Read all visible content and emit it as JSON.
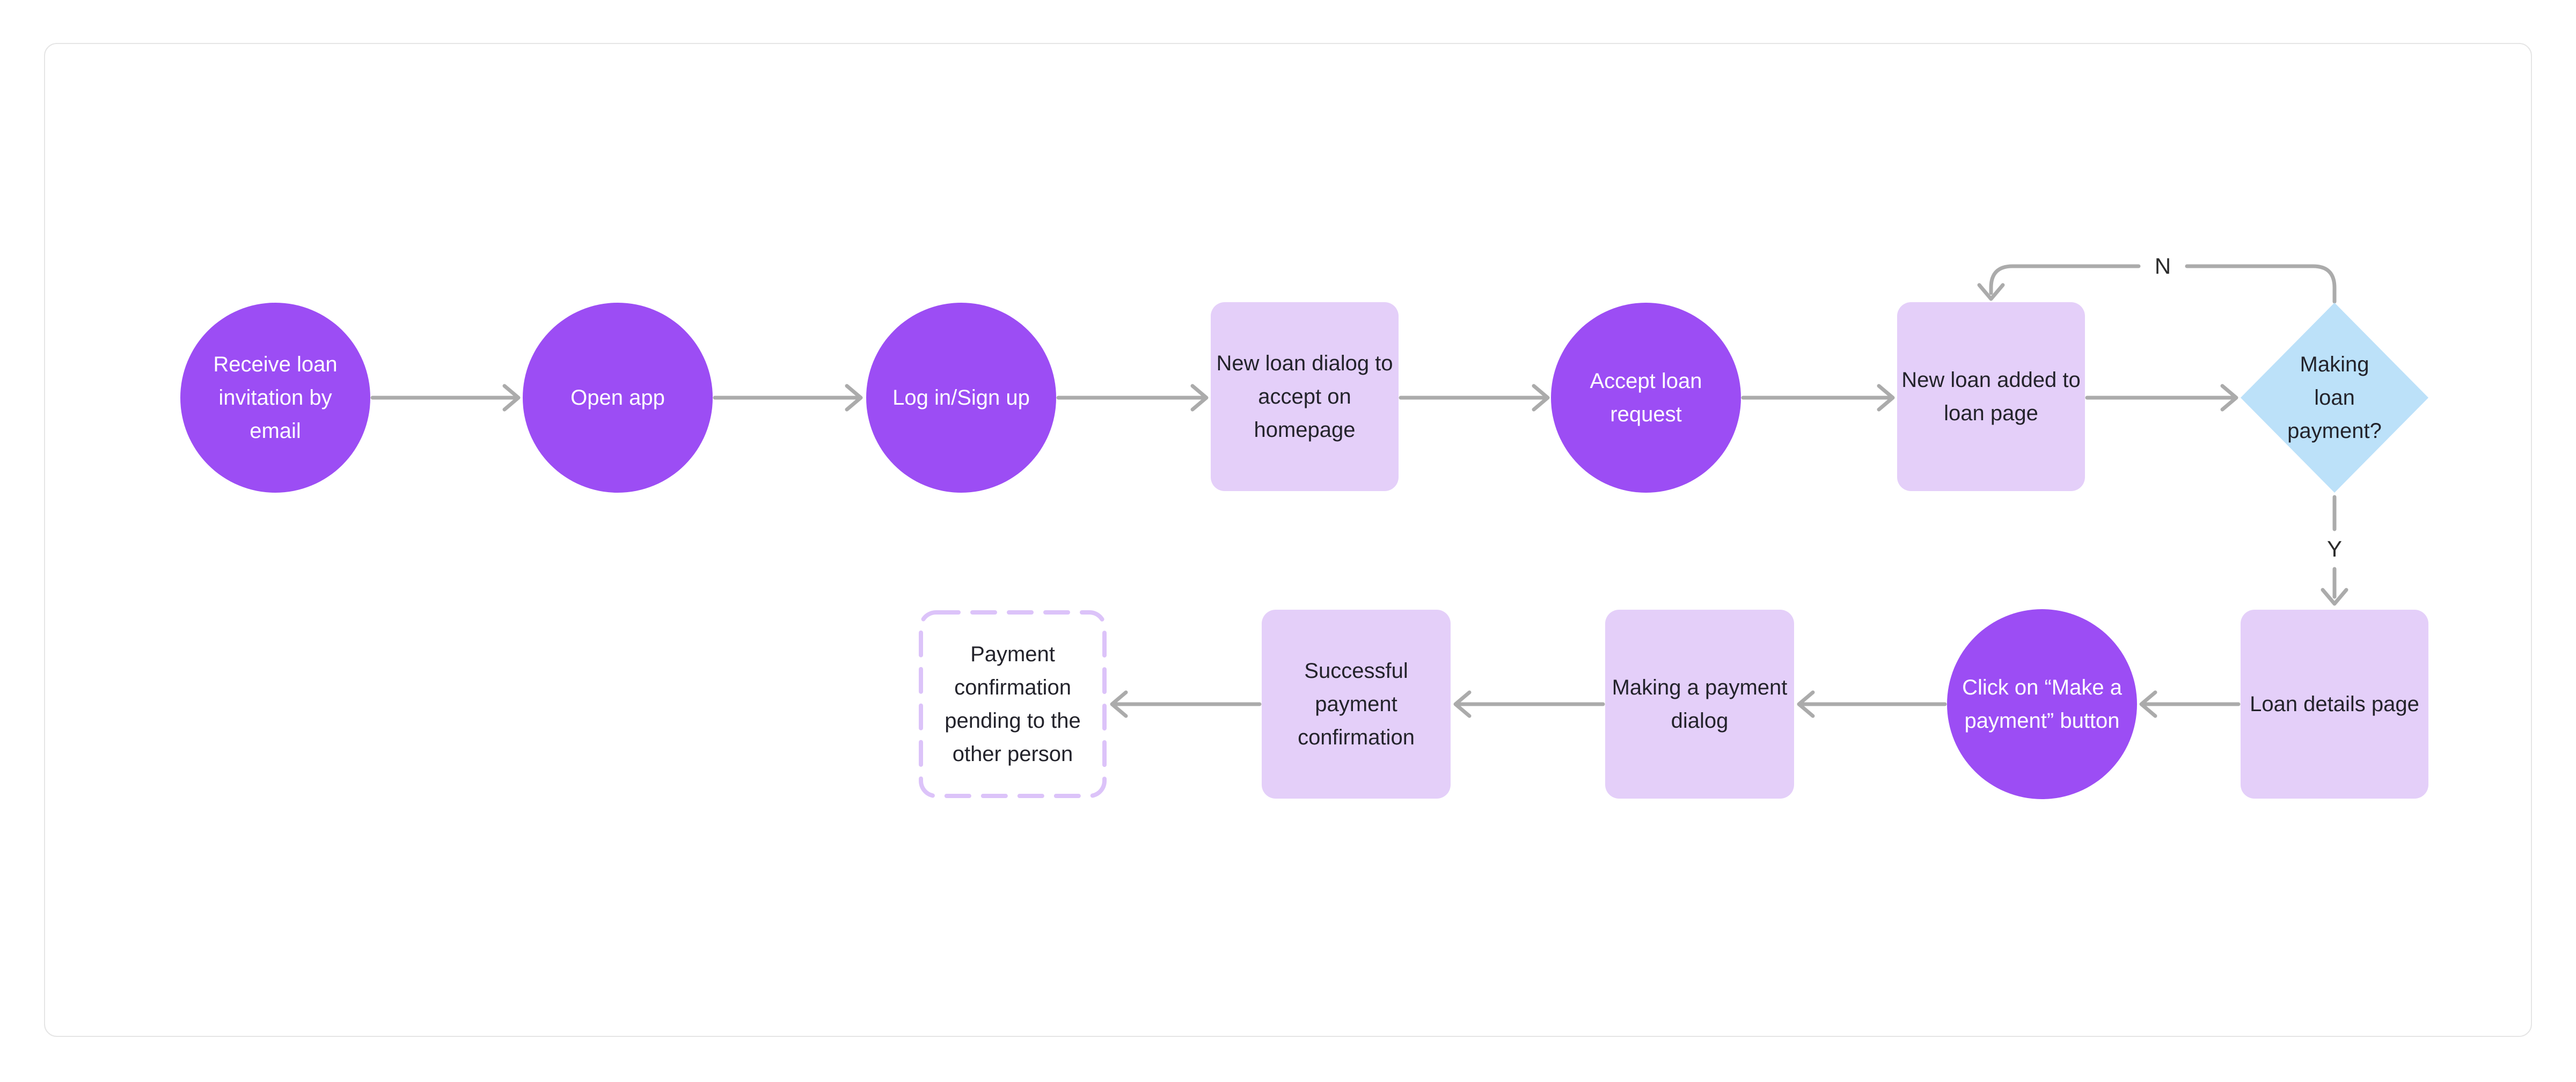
{
  "canvas": {
    "background": "#FFFFFF",
    "card_border_color": "#E5E5E5"
  },
  "palette": {
    "process_purple": "#9C4DF4",
    "screen_lavender": "#E4CFF9",
    "decision_blue": "#BCE1F9",
    "dashed_border_purple": "#DCC3F9",
    "connector_gray": "#ABABAB",
    "dark_text": "#23232B",
    "light_text": "#FFFFFF"
  },
  "nodes": [
    {
      "id": "receive-loan-invitation",
      "shape": "circle",
      "label": "Receive loan invitation by email",
      "fill": "#9C4DF4",
      "text_color": "#FFFFFF"
    },
    {
      "id": "open-app",
      "shape": "circle",
      "label": "Open app",
      "fill": "#9C4DF4",
      "text_color": "#FFFFFF"
    },
    {
      "id": "log-in-sign-up",
      "shape": "circle",
      "label": "Log in/Sign up",
      "fill": "#9C4DF4",
      "text_color": "#FFFFFF"
    },
    {
      "id": "new-loan-dialog",
      "shape": "rounded-rect",
      "label": "New loan dialog to accept on homepage",
      "fill": "#E4CFF9",
      "text_color": "#23232B"
    },
    {
      "id": "accept-loan-request",
      "shape": "circle",
      "label": "Accept loan request",
      "fill": "#9C4DF4",
      "text_color": "#FFFFFF"
    },
    {
      "id": "new-loan-added",
      "shape": "rounded-rect",
      "label": "New loan added to loan page",
      "fill": "#E4CFF9",
      "text_color": "#23232B"
    },
    {
      "id": "making-loan-payment",
      "shape": "diamond",
      "label": "Making loan payment?",
      "fill": "#BCE1F9",
      "text_color": "#23232B"
    },
    {
      "id": "loan-details-page",
      "shape": "rounded-rect",
      "label": "Loan details page",
      "fill": "#E4CFF9",
      "text_color": "#23232B"
    },
    {
      "id": "click-make-a-payment",
      "shape": "circle",
      "label": "Click on “Make a payment” button",
      "fill": "#9C4DF4",
      "text_color": "#FFFFFF"
    },
    {
      "id": "making-a-payment-dialog",
      "shape": "rounded-rect",
      "label": "Making a payment dialog",
      "fill": "#E4CFF9",
      "text_color": "#23232B"
    },
    {
      "id": "successful-payment-confirmation",
      "shape": "rounded-rect",
      "label": "Successful payment confirmation",
      "fill": "#E4CFF9",
      "text_color": "#23232B"
    },
    {
      "id": "payment-confirmation-pending",
      "shape": "dashed-rect",
      "label": "Payment confirmation pending to the other person",
      "fill": "#FFFFFF",
      "border_color": "#DCC3F9",
      "text_color": "#23232B"
    }
  ],
  "edges": [
    {
      "from": "receive-loan-invitation",
      "to": "open-app",
      "label": ""
    },
    {
      "from": "open-app",
      "to": "log-in-sign-up",
      "label": ""
    },
    {
      "from": "log-in-sign-up",
      "to": "new-loan-dialog",
      "label": ""
    },
    {
      "from": "new-loan-dialog",
      "to": "accept-loan-request",
      "label": ""
    },
    {
      "from": "accept-loan-request",
      "to": "new-loan-added",
      "label": ""
    },
    {
      "from": "new-loan-added",
      "to": "making-loan-payment",
      "label": ""
    },
    {
      "from": "making-loan-payment",
      "to": "new-loan-added",
      "label": "N"
    },
    {
      "from": "making-loan-payment",
      "to": "loan-details-page",
      "label": "Y"
    },
    {
      "from": "loan-details-page",
      "to": "click-make-a-payment",
      "label": ""
    },
    {
      "from": "click-make-a-payment",
      "to": "making-a-payment-dialog",
      "label": ""
    },
    {
      "from": "making-a-payment-dialog",
      "to": "successful-payment-confirmation",
      "label": ""
    },
    {
      "from": "successful-payment-confirmation",
      "to": "payment-confirmation-pending",
      "label": ""
    }
  ]
}
